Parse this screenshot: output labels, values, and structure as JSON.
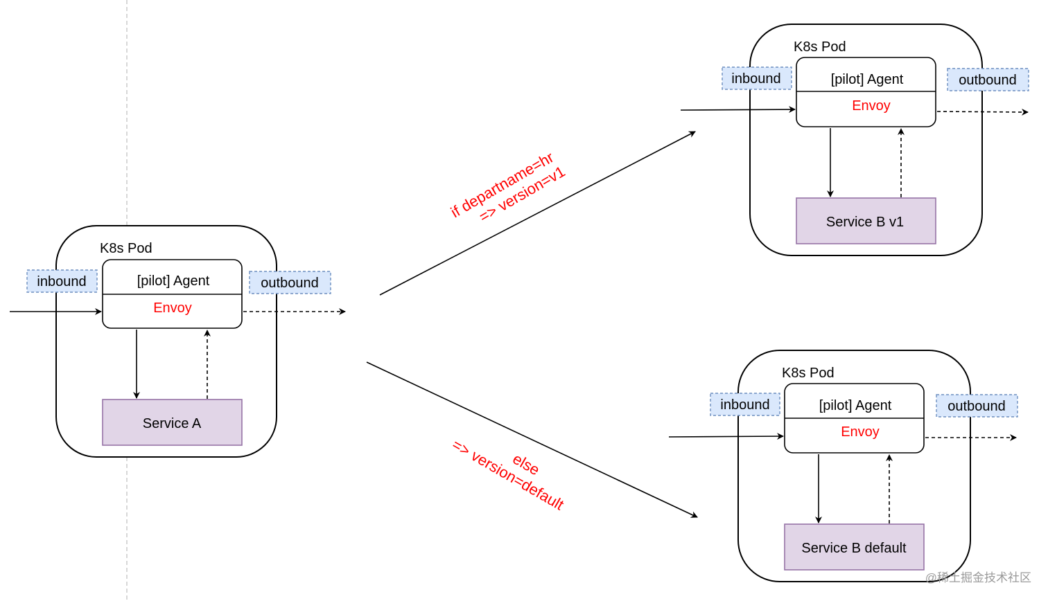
{
  "colors": {
    "envoy_text": "#ff0000",
    "rule_text": "#ff0000",
    "tag_fill": "#dae8fc",
    "tag_stroke": "#6c8ebf",
    "service_fill": "#e1d5e7",
    "service_stroke": "#9673a6"
  },
  "pod_a": {
    "title": "K8s Pod",
    "agent": "[pilot] Agent",
    "envoy": "Envoy",
    "service": "Service A",
    "inbound": "inbound",
    "outbound": "outbound"
  },
  "pod_b1": {
    "title": "K8s Pod",
    "agent": "[pilot] Agent",
    "envoy": "Envoy",
    "service": "Service B v1",
    "inbound": "inbound",
    "outbound": "outbound"
  },
  "pod_b_default": {
    "title": "K8s Pod",
    "agent": "[pilot] Agent",
    "envoy": "Envoy",
    "service": "Service B  default",
    "inbound": "inbound",
    "outbound": "outbound"
  },
  "rules": {
    "upper_line1": "if departname=hr",
    "upper_line2": "=> version=v1",
    "lower_line1": "else",
    "lower_line2": "=>  version=default"
  },
  "watermark": "@稀土掘金技术社区"
}
